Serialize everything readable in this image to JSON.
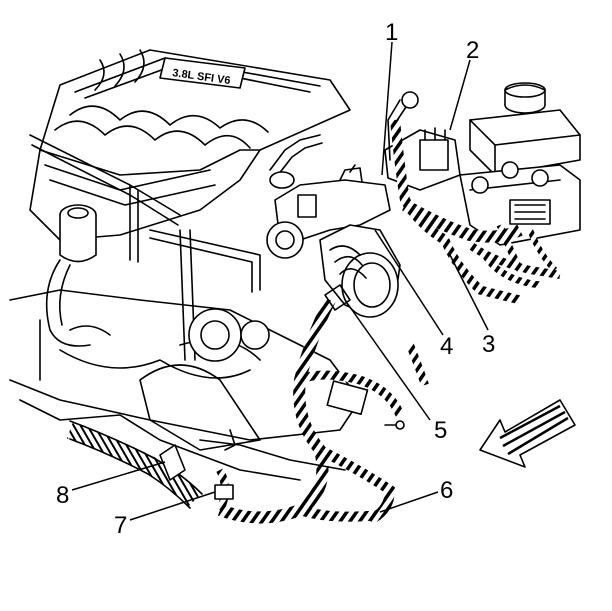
{
  "figure": {
    "engine_marking": "3.8L SFI V6",
    "callouts": [
      {
        "id": "callout-1",
        "label": "1"
      },
      {
        "id": "callout-2",
        "label": "2"
      },
      {
        "id": "callout-3",
        "label": "3"
      },
      {
        "id": "callout-4",
        "label": "4"
      },
      {
        "id": "callout-5",
        "label": "5"
      },
      {
        "id": "callout-6",
        "label": "6"
      },
      {
        "id": "callout-7",
        "label": "7"
      },
      {
        "id": "callout-8",
        "label": "8"
      }
    ]
  }
}
